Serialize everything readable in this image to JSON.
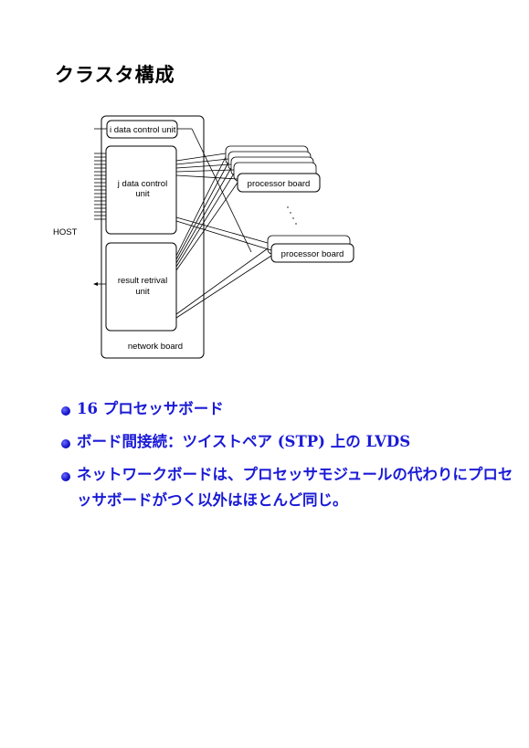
{
  "title": "クラスタ構成",
  "diagram": {
    "data_control_unit": "i data control unit",
    "j_data_control_line1": "j data control",
    "j_data_control_line2": "unit",
    "result_line1": "result retrival",
    "result_line2": "unit",
    "network_board": "network board",
    "host": "HOST",
    "processor_board": "processor board"
  },
  "bullets": [
    "16 プロセッサボード",
    "ボード間接続：ツイストペア (STP) 上の LVDS",
    "ネットワークボードは、プロセッサモジュールの代わりにプロセッサボードがつく以外はほとんど同じ。"
  ]
}
